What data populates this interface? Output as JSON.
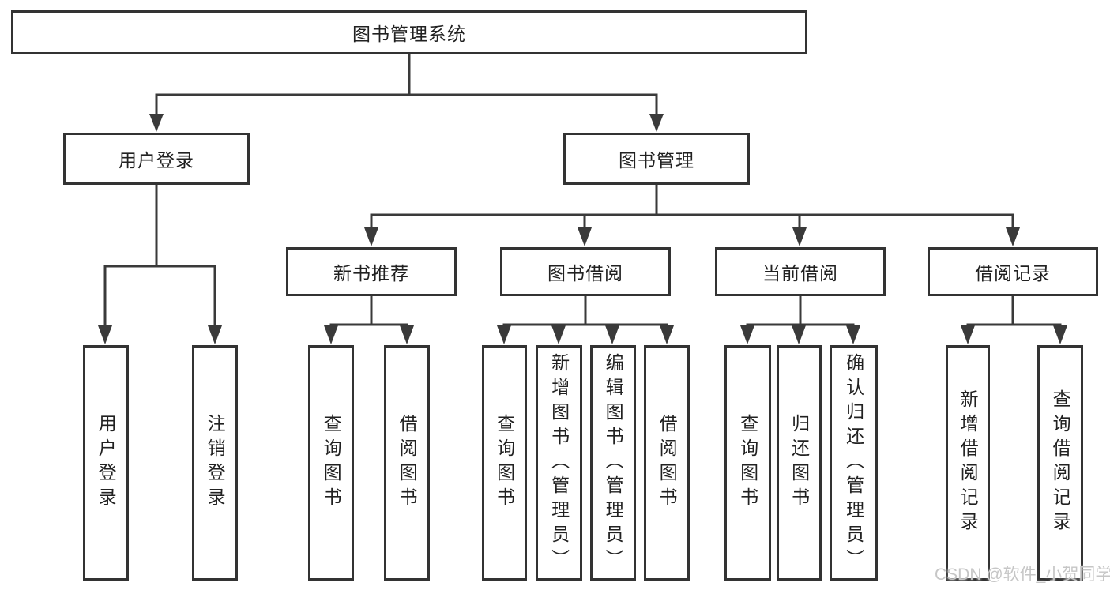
{
  "tree": {
    "root": {
      "label": "图书管理系统",
      "children": [
        {
          "label": "用户登录",
          "children": [
            {
              "label": "用户登录"
            },
            {
              "label": "注销登录"
            }
          ]
        },
        {
          "label": "图书管理",
          "children": [
            {
              "label": "新书推荐",
              "children": [
                {
                  "label": "查询图书"
                },
                {
                  "label": "借阅图书"
                }
              ]
            },
            {
              "label": "图书借阅",
              "children": [
                {
                  "label": "查询图书"
                },
                {
                  "label": "新增图书（管理员）"
                },
                {
                  "label": "编辑图书（管理员）"
                },
                {
                  "label": "借阅图书"
                }
              ]
            },
            {
              "label": "当前借阅",
              "children": [
                {
                  "label": "查询图书"
                },
                {
                  "label": "归还图书"
                },
                {
                  "label": "确认归还（管理员）"
                }
              ]
            },
            {
              "label": "借阅记录",
              "children": [
                {
                  "label": "新增借阅记录"
                },
                {
                  "label": "查询借阅记录"
                }
              ]
            }
          ]
        }
      ]
    }
  },
  "watermark": {
    "text": "CSDN @软件_小贺同学"
  },
  "colors": {
    "line": "#3a3a3a",
    "box_border": "#333333",
    "text": "#212121",
    "watermark": "#c6c6c6",
    "background": "#ffffff"
  }
}
